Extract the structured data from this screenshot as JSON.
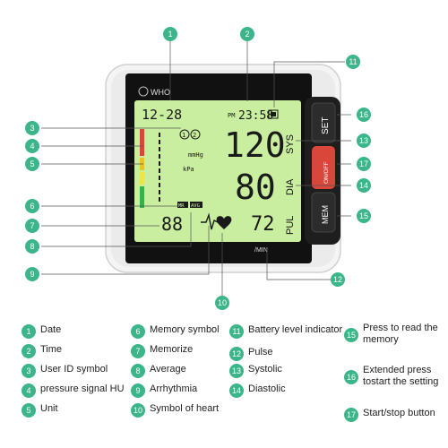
{
  "device": {
    "brand": "WHO",
    "date": "12-28",
    "time_prefix": "PM",
    "time": "23:58",
    "systolic": "120",
    "diastolic": "80",
    "pulse": "72",
    "memory_number": "88",
    "memory_tag": "MR",
    "average_tag": "AVG",
    "unit_mmhg": "mmHg",
    "unit_kpa": "kPa",
    "label_sys": "SYS",
    "label_dia": "DIA",
    "label_pul": "PUL",
    "label_min": "/MIN",
    "user_1": "1",
    "user_2": "2",
    "button_set": "SET",
    "button_onoff": "ON/OFF",
    "button_mem": "MEM"
  },
  "colors": {
    "badge": "#3cb58a",
    "lcd": "#c9ee9f",
    "button_red": "#d9473b",
    "body": "#f2f2f2",
    "bezel": "#111111"
  },
  "callouts": [
    "1",
    "2",
    "3",
    "4",
    "5",
    "6",
    "7",
    "8",
    "9",
    "10",
    "11",
    "12",
    "13",
    "14",
    "15",
    "16",
    "17"
  ],
  "legend": [
    {
      "num": "1",
      "text": "Date"
    },
    {
      "num": "2",
      "text": "Time"
    },
    {
      "num": "3",
      "text": "User ID symbol"
    },
    {
      "num": "4",
      "text": "pressure signal HU"
    },
    {
      "num": "5",
      "text": "Unit"
    },
    {
      "num": "6",
      "text": "Memory symbol"
    },
    {
      "num": "7",
      "text": "Memorize"
    },
    {
      "num": "8",
      "text": "Average"
    },
    {
      "num": "9",
      "text": "Arrhythmia"
    },
    {
      "num": "10",
      "text": "Symbol of heart"
    },
    {
      "num": "11",
      "text": "Battery level indicator"
    },
    {
      "num": "12",
      "text": "Pulse"
    },
    {
      "num": "13",
      "text": "Systolic"
    },
    {
      "num": "14",
      "text": "Diastolic"
    },
    {
      "num": "15",
      "text": "Press to read the memory"
    },
    {
      "num": "16",
      "text": "Extended press tostart the setting"
    },
    {
      "num": "17",
      "text": "Start/stop button"
    }
  ]
}
